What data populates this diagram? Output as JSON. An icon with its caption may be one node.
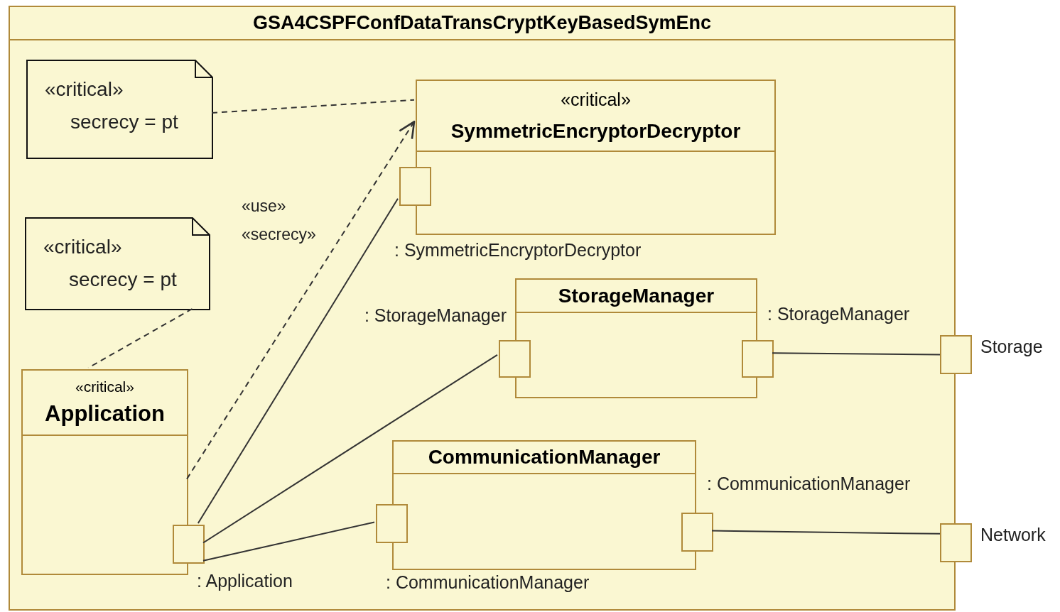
{
  "diagram": {
    "nodes": [
      {
        "text": [
          "GSA4CSPFConfDataTransCryptKeyBasedSymEnc"
        ]
      },
      {
        "text": [
          "«critical»",
          "secrecy = pt"
        ],
        "in": 0
      },
      {
        "text": [
          "«critical»",
          "secrecy = pt"
        ],
        "in": 0
      },
      {
        "text": [
          "«critical»",
          "SymmetricEncryptorDecryptor"
        ],
        "in": 0
      },
      {
        "text": [],
        "shape": "box",
        "in": 0
      },
      {
        "text": [
          "StorageManager"
        ],
        "in": 0
      },
      {
        "text": [],
        "shape": "box",
        "beside": [
          ": StorageManager"
        ],
        "in": 0
      },
      {
        "text": [],
        "shape": "box",
        "beside": [
          ": StorageManager"
        ],
        "in": 0
      },
      {
        "text": [
          "CommunicationManager"
        ],
        "in": 0
      },
      {
        "text": [],
        "shape": "box",
        "in": 0
      },
      {
        "text": [],
        "shape": "box",
        "beside": [
          ": CommunicationManager"
        ],
        "in": 0
      },
      {
        "text": [
          "«critical»",
          "Application"
        ],
        "in": 0
      },
      {
        "text": [],
        "shape": "box",
        "beside": [
          ": Application"
        ],
        "in": 0
      },
      {
        "text": [],
        "shape": "box",
        "beside": [
          "Storage"
        ]
      },
      {
        "text": [],
        "shape": "box",
        "beside": [
          "Network"
        ]
      }
    ],
    "edges": [
      {
        "from": 1,
        "to": 3,
        "arrow": "none",
        "style": "dashed"
      },
      {
        "from": 2,
        "to": 11,
        "arrow": "none",
        "style": "dashed"
      },
      {
        "from": 11,
        "to": 3,
        "arrow": "to",
        "style": "dashed",
        "label": "«use» «secrecy»"
      },
      {
        "from": 12,
        "to": 4,
        "arrow": "none"
      },
      {
        "from": 12,
        "to": 6,
        "arrow": "none"
      },
      {
        "from": 12,
        "to": 9,
        "arrow": "none"
      },
      {
        "from": 7,
        "to": 13,
        "arrow": "none"
      },
      {
        "from": 10,
        "to": 14,
        "arrow": "none"
      }
    ],
    "labels": [
      ": SymmetricEncryptorDecryptor",
      ": CommunicationManager"
    ]
  }
}
